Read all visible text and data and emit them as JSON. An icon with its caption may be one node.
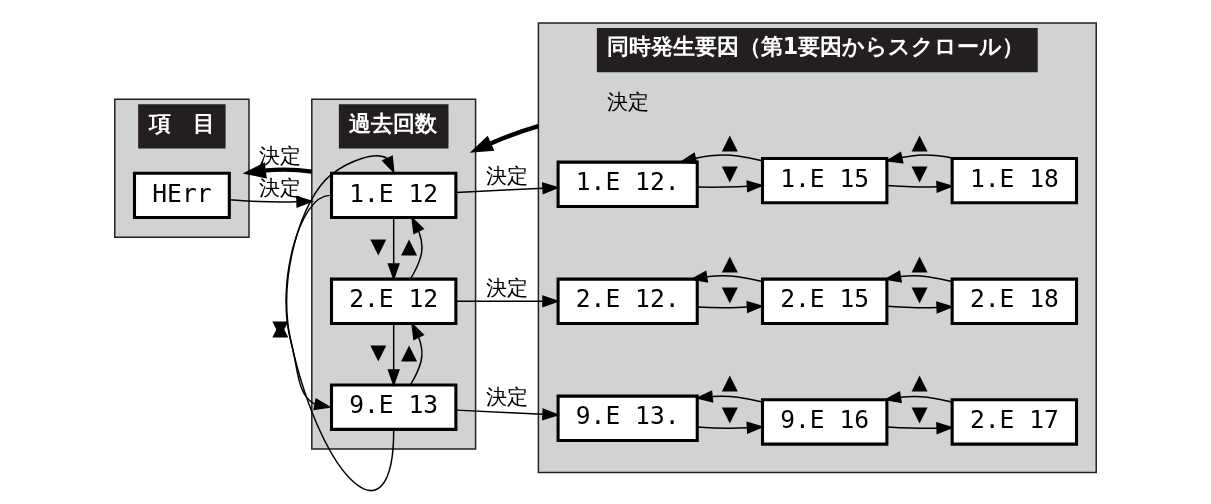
{
  "diagram": {
    "nodes": [
      {
        "text": [
          "項　目"
        ]
      },
      {
        "text": [
          "HErr"
        ],
        "in": 0
      },
      {
        "text": [
          "過去回数"
        ]
      },
      {
        "text": [
          "1.E 12"
        ],
        "in": 2
      },
      {
        "text": [
          "2.E 12"
        ],
        "in": 2
      },
      {
        "text": [
          "9.E 13"
        ],
        "in": 2
      },
      {
        "text": [
          "同時発生要因（第1要因からスクロール）"
        ]
      },
      {
        "text": [
          "1.E 12."
        ],
        "in": 6
      },
      {
        "text": [
          "1.E 15"
        ],
        "in": 6
      },
      {
        "text": [
          "1.E 18"
        ],
        "in": 6
      },
      {
        "text": [
          "2.E 12."
        ],
        "in": 6
      },
      {
        "text": [
          "2.E 15"
        ],
        "in": 6
      },
      {
        "text": [
          "2.E 18"
        ],
        "in": 6
      },
      {
        "text": [
          "9.E 13."
        ],
        "in": 6
      },
      {
        "text": [
          "9.E 16"
        ],
        "in": 6
      },
      {
        "text": [
          "2.E 17"
        ],
        "in": 6
      }
    ],
    "edges": [
      {
        "from": 2,
        "to": 0,
        "arrow": "to",
        "label": "決定",
        "style": "thick"
      },
      {
        "from": 1,
        "to": 2,
        "arrow": "to",
        "label": "決定"
      },
      {
        "from": 6,
        "to": 2,
        "arrow": "to",
        "label": "決定",
        "style": "thick"
      },
      {
        "from": 3,
        "to": 4,
        "arrow": "to",
        "label": "▼"
      },
      {
        "from": 4,
        "to": 3,
        "arrow": "to",
        "label": "▲"
      },
      {
        "from": 4,
        "to": 5,
        "arrow": "to",
        "label": "▼"
      },
      {
        "from": 5,
        "to": 4,
        "arrow": "to",
        "label": "▲"
      },
      {
        "from": 3,
        "to": 5,
        "arrow": "to",
        "label": "▲"
      },
      {
        "from": 5,
        "to": 3,
        "arrow": "to",
        "label": "▼"
      },
      {
        "from": 3,
        "to": 7,
        "arrow": "to",
        "label": "決定"
      },
      {
        "from": 4,
        "to": 10,
        "arrow": "to",
        "label": "決定"
      },
      {
        "from": 5,
        "to": 13,
        "arrow": "to",
        "label": "決定"
      },
      {
        "from": 8,
        "to": 7,
        "arrow": "to",
        "label": "▲"
      },
      {
        "from": 7,
        "to": 8,
        "arrow": "to",
        "label": "▼"
      },
      {
        "from": 9,
        "to": 8,
        "arrow": "to",
        "label": "▲"
      },
      {
        "from": 8,
        "to": 9,
        "arrow": "to",
        "label": "▼"
      },
      {
        "from": 11,
        "to": 10,
        "arrow": "to",
        "label": "▲"
      },
      {
        "from": 10,
        "to": 11,
        "arrow": "to",
        "label": "▼"
      },
      {
        "from": 12,
        "to": 11,
        "arrow": "to",
        "label": "▲"
      },
      {
        "from": 11,
        "to": 12,
        "arrow": "to",
        "label": "▼"
      },
      {
        "from": 14,
        "to": 13,
        "arrow": "to",
        "label": "▲"
      },
      {
        "from": 13,
        "to": 14,
        "arrow": "to",
        "label": "▼"
      },
      {
        "from": 15,
        "to": 14,
        "arrow": "to",
        "label": "▲"
      },
      {
        "from": 14,
        "to": 15,
        "arrow": "to",
        "label": "▼"
      }
    ]
  }
}
